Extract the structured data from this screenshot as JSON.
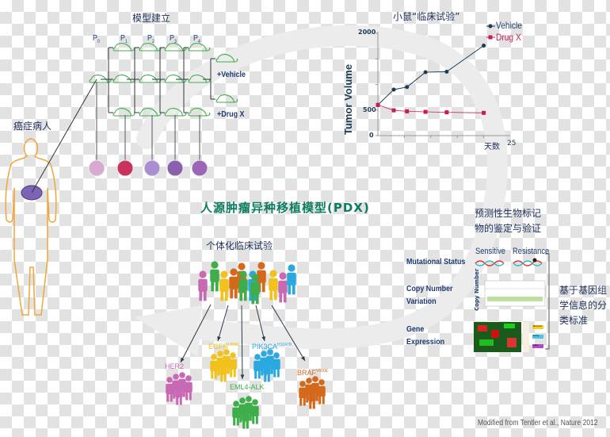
{
  "title": "人源肿瘤异种移植模型(PDX)",
  "model_building": {
    "heading": "模型建立",
    "passages": [
      "P0",
      "P1",
      "P2",
      "P3",
      "P4"
    ],
    "vehicle_label": "+Vehicle",
    "drug_label": "+Drug X"
  },
  "patient_label": "癌症病人",
  "mouse_trial": {
    "heading": "小鼠“临床试验”",
    "chart_data": {
      "type": "line",
      "title": "小鼠“临床试验”",
      "xlabel": "天数",
      "ylabel": "Tumor Volume",
      "xlim": [
        0,
        25
      ],
      "ylim": [
        0,
        2000
      ],
      "y_ticks": [
        "0",
        "500",
        "2000"
      ],
      "x_tick_label": "25",
      "legend": "top-right",
      "series": [
        {
          "name": "Vehicle",
          "color": "#1d3b52",
          "marker": "circle",
          "x": [
            0,
            3,
            5.5,
            9,
            13,
            20
          ],
          "y": [
            600,
            900,
            950,
            1240,
            1250,
            1760
          ]
        },
        {
          "name": "Drug X",
          "color": "#c8195a",
          "marker": "square",
          "x": [
            0,
            3,
            5.5,
            9,
            13,
            20
          ],
          "y": [
            600,
            495,
            475,
            465,
            455,
            445
          ]
        }
      ]
    }
  },
  "biomarker": {
    "heading_line1": "预测性生物标记",
    "heading_line2": "物的鉴定与验证",
    "rows": [
      "Mutational Status",
      "Copy Number",
      "Variation",
      "Gene",
      "Expression"
    ],
    "sensitive": "Sensitive",
    "resistance": "Resistance",
    "copy_number_axis": "Copy Number",
    "legend": [
      "Normal",
      "Early",
      "Late"
    ],
    "side_line1": "基于基因组",
    "side_line2": "学信息的分",
    "side_line3": "类标准"
  },
  "personalized": {
    "heading": "个体化临床试验",
    "groups": [
      {
        "name": "HER2",
        "sup": "",
        "color": "#c869b4"
      },
      {
        "name": "EGFR",
        "sup": "L858R",
        "color": "#f1c21b"
      },
      {
        "name": "EML4-ALK",
        "sup": "",
        "color": "#3fae4a"
      },
      {
        "name": "PIK3CA",
        "sup": "H1047R",
        "color": "#2aa8e0"
      },
      {
        "name": "BRAF",
        "sup": "V600E",
        "color": "#d4691b"
      }
    ]
  },
  "credit": "Modified from Tentler et al., Nature 2012"
}
